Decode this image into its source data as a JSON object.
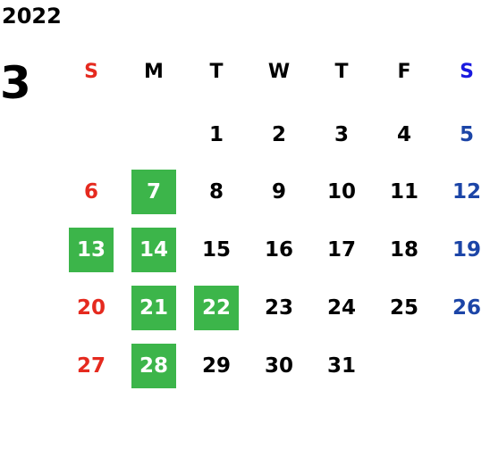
{
  "calendar": {
    "year": "2022",
    "month": "3",
    "weekday_headers": [
      "S",
      "M",
      "T",
      "W",
      "T",
      "F",
      "S"
    ],
    "first_weekday_index": 2,
    "days_in_month": 31,
    "highlighted_days": [
      7,
      13,
      14,
      21,
      22,
      28
    ],
    "colors": {
      "sunday": "#e52a1f",
      "saturday": "#1c45a7",
      "saturday_header": "#1a1adf",
      "highlight_bg": "#3cb54a",
      "highlight_text": "#ffffff",
      "default_text": "#000000"
    }
  }
}
